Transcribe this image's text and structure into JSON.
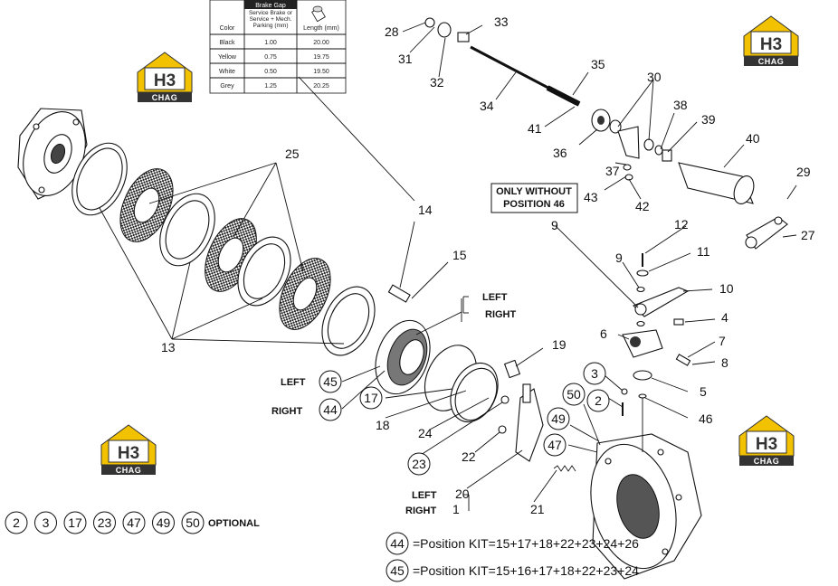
{
  "brake_table": {
    "title": "Brake Gap",
    "headers": {
      "color": "Color",
      "service": "Service Brake or Service + Mech. Parking (mm)",
      "length": "Length (mm)"
    },
    "rows": [
      {
        "color": "Black",
        "service": "1.00",
        "length": "20.00"
      },
      {
        "color": "Yellow",
        "service": "0.75",
        "length": "19.75"
      },
      {
        "color": "White",
        "service": "0.50",
        "length": "19.50"
      },
      {
        "color": "Grey",
        "service": "1.25",
        "length": "20.25"
      }
    ]
  },
  "logo": {
    "letters": "H3",
    "text": "CHAG"
  },
  "callouts": {
    "c25": "25",
    "c13": "13",
    "c14": "14",
    "c15": "15",
    "c45": "45",
    "c44": "44",
    "c17": "17",
    "c18": "18",
    "c24": "24",
    "c23": "23",
    "c22": "22",
    "c19": "19",
    "c20": "20",
    "c1": "1",
    "c21": "21",
    "c47": "47",
    "c49": "49",
    "c50": "50",
    "c3": "3",
    "c2": "2",
    "c46": "46",
    "c5": "5",
    "c6": "6",
    "c7": "7",
    "c8": "8",
    "c4": "4",
    "c10": "10",
    "c11": "11",
    "c12": "12",
    "c9a": "9",
    "c9b": "9",
    "c27": "27",
    "c29": "29",
    "c40": "40",
    "c39": "39",
    "c38": "38",
    "c30": "30",
    "c37": "37",
    "c43": "43",
    "c42": "42",
    "c36": "36",
    "c41": "41",
    "c35": "35",
    "c34": "34",
    "c33": "33",
    "c32": "32",
    "c31": "31",
    "c28": "28"
  },
  "side_labels": {
    "left_top": "LEFT",
    "right_top": "RIGHT",
    "left_mid": "LEFT",
    "right_mid": "RIGHT",
    "left_bot": "LEFT",
    "right_bot": "RIGHT"
  },
  "only_without": {
    "line1": "ONLY WITHOUT",
    "line2": "POSITION 46"
  },
  "optional": {
    "items": [
      "2",
      "3",
      "17",
      "23",
      "47",
      "49",
      "50"
    ],
    "label": "OPTIONAL"
  },
  "kits": [
    {
      "num": "44",
      "text": "=Position KIT=15+17+18+22+23+24+26"
    },
    {
      "num": "45",
      "text": "=Position KIT=15+16+17+18+22+23+24"
    }
  ]
}
